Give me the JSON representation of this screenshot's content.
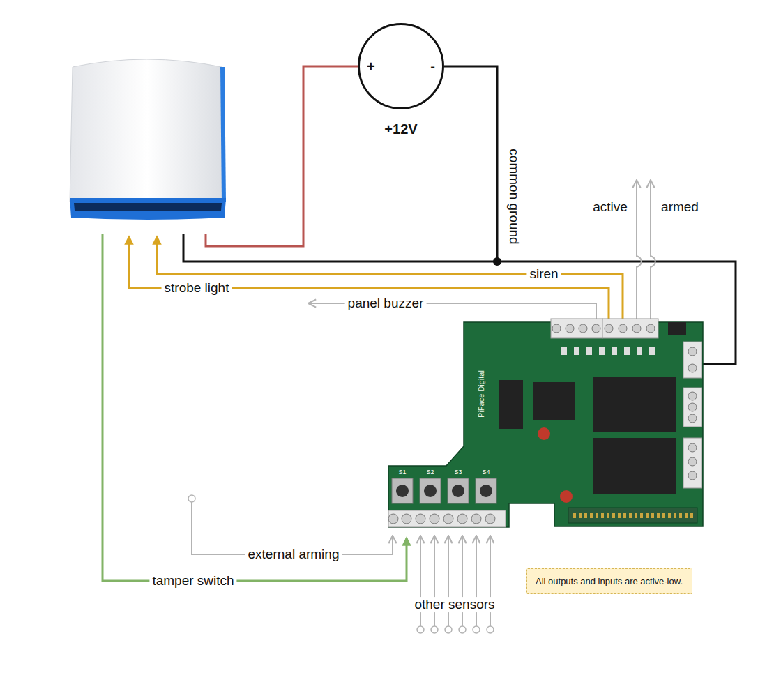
{
  "diagram": {
    "nodes": [
      {
        "text": [
          "+",
          "-",
          "+12V"
        ]
      },
      {
        "text": [
          "All outputs and inputs are active-low."
        ]
      }
    ],
    "labels": [
      "common ground",
      "active",
      "armed",
      "siren",
      "strobe light",
      "panel buzzer",
      "external arming",
      "tamper switch",
      "other sensors",
      "PiFace Digital",
      "S1",
      "S2",
      "S3",
      "S4"
    ]
  }
}
